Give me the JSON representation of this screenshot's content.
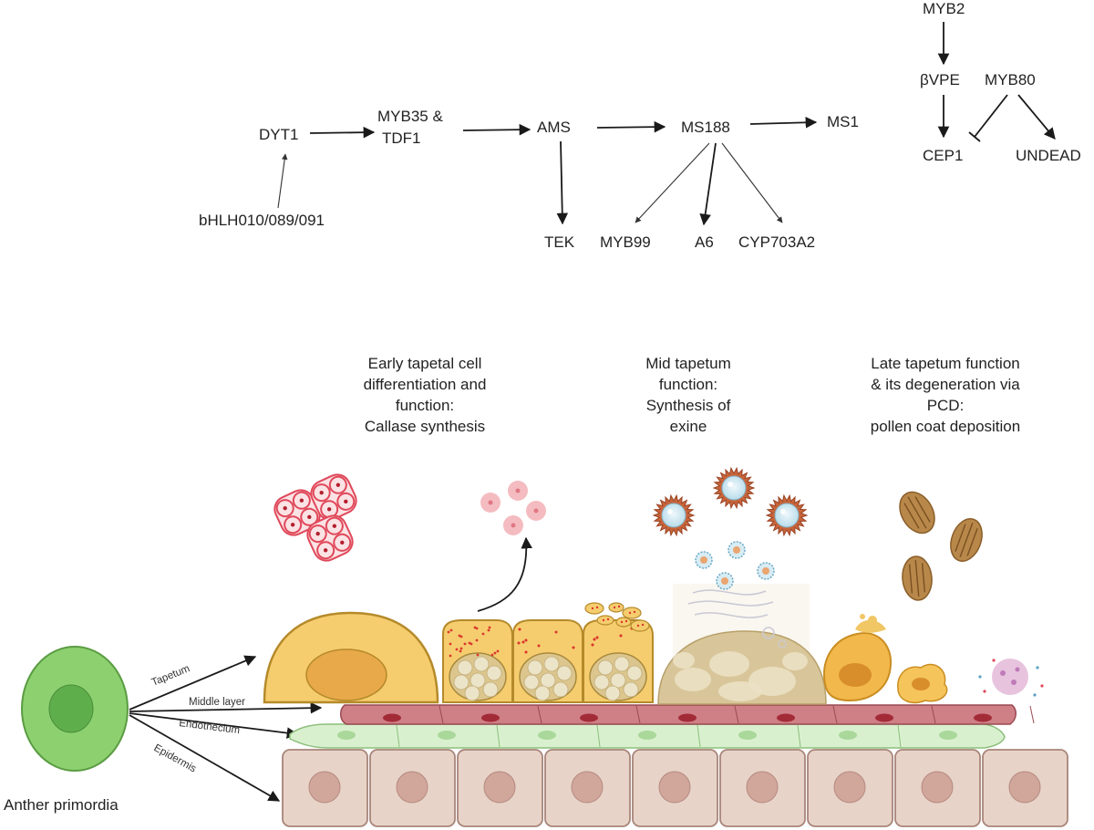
{
  "genes": {
    "dyt1": "DYT1",
    "myb35_line1": "MYB35 &",
    "myb35_line2": "TDF1",
    "ams": "AMS",
    "ms188": "MS188",
    "ms1": "MS1",
    "bhlh": "bHLH010/089/091",
    "tek": "TEK",
    "myb99": "MYB99",
    "a6": "A6",
    "cyp703a2": "CYP703A2",
    "myb2": "MYB2",
    "bvpe": "βVPE",
    "myb80": "MYB80",
    "cep1": "CEP1",
    "undead": "UNDEAD"
  },
  "stages": {
    "early": [
      "Early tapetal cell",
      "differentiation and",
      "function:",
      "Callase synthesis"
    ],
    "mid": [
      "Mid tapetum",
      "function:",
      "Synthesis of",
      "exine"
    ],
    "late": [
      "Late tapetum function",
      "& its degeneration via",
      "PCD:",
      "pollen coat deposition"
    ]
  },
  "layers": {
    "tapetum": "Tapetum",
    "middle": "Middle layer",
    "endothecium": "Endothecium",
    "epidermis": "Epidermis"
  },
  "primordia_label": "Anther primordia",
  "colors": {
    "primordia": "#8dd070",
    "tapetum": "#f6cd6e",
    "middle_layer": "#cf7f86",
    "endothecium": "#d9f0cf",
    "epidermis": "#e8d3c8",
    "tetrad": "#e0485a",
    "pollen_coat": "#b8884a"
  }
}
